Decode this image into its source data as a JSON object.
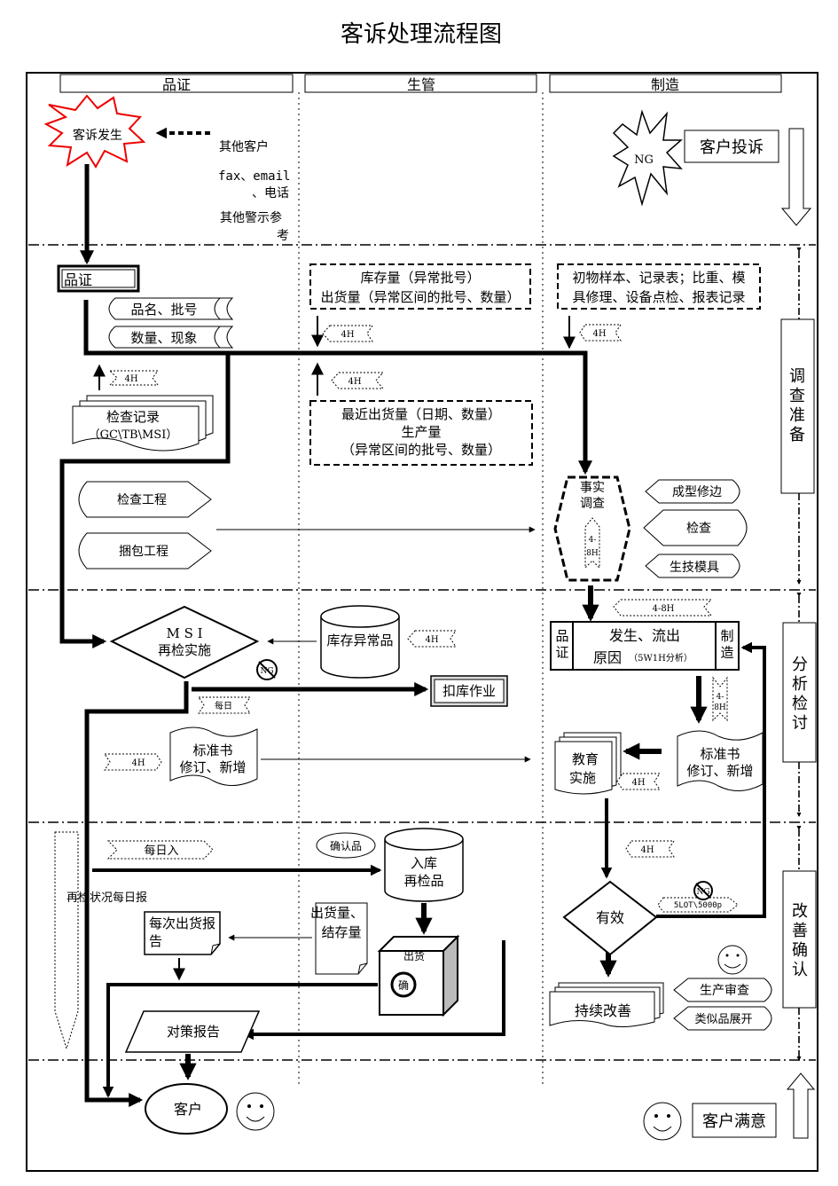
{
  "title": "客诉处理流程图",
  "lanes": [
    "品证",
    "生管",
    "制造"
  ],
  "phases": [
    "客户投诉",
    "调查准备",
    "分析检讨",
    "改善确认",
    "客户满意"
  ],
  "start": {
    "burst": "客诉发生",
    "sources": [
      "其他客户",
      "fax、email",
      "、电话",
      "其他警示参",
      "考"
    ],
    "ng": "NG"
  },
  "prep": {
    "qa_box": "品证",
    "qa_tags": [
      "品名、批号",
      "数量、现象"
    ],
    "record_line1": "检查记录",
    "record_line2": "（GC\\TB\\MSI）",
    "stock_line1": "库存量（异常批号）",
    "stock_line2": "出货量（异常区间的批号、数量）",
    "recent_line1": "最近出货量（日期、数量）",
    "recent_line2": "生产量",
    "recent_line3": "（异常区间的批号、数量）",
    "mfg_line1": "初物样本、记录表；比重、模",
    "mfg_line2": "具修理、设备点检、报表记录",
    "inspect_proc": "检查工程",
    "pack_proc": "捆包工程",
    "fact_line1": "事实",
    "fact_line2": "调查",
    "fact_items": [
      "成型修边",
      "检查",
      "生技模具"
    ]
  },
  "tags": {
    "h4": "4H",
    "h48": "4-8H",
    "h48_stack_a": "4-",
    "h48_stack_b": "8H",
    "daily": "每日",
    "daily_in": "每日入"
  },
  "analysis": {
    "msi_line1": "M S I",
    "msi_line2": "再检实施",
    "stock_abnormal": "库存异常品",
    "hold": "扣库作业",
    "cause_qa": "品证",
    "cause_line1": "发生、流出",
    "cause_line2": "原因",
    "cause_sub": "（5W1H分析）",
    "cause_mfg": "制造",
    "std_line1": "标准书",
    "std_line2": "修订、新增",
    "edu_line1": "教育",
    "edu_line2": "实施"
  },
  "confirm": {
    "recheck_status": "再检状况每日报",
    "confirm_item": "确认品",
    "store_line1": "入库",
    "store_line2": "再检品",
    "effective": "有效",
    "lot": "5LOT\\5000p",
    "ship_report_line1": "每次出货报",
    "ship_report_line2": "告",
    "ship_stock_line1": "出货量、",
    "ship_stock_line2": "结存量",
    "ship_label": "出货",
    "ship_stamp": "确",
    "improve": "持续改善",
    "prod_review": "生产审查",
    "similar": "类似品展开",
    "countermeasure": "对策报告"
  },
  "end": {
    "customer": "客户"
  }
}
